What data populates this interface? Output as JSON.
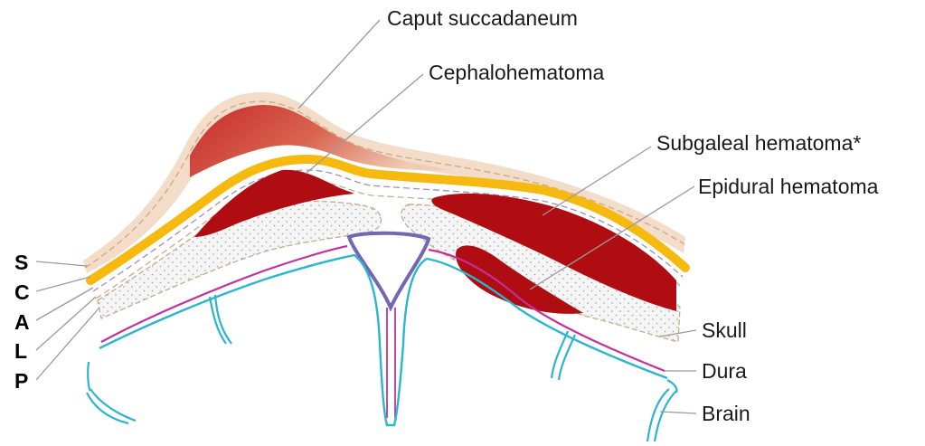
{
  "labels": {
    "caput": "Caput succadaneum",
    "cephalohematoma": "Cephalohematoma",
    "subgaleal": "Subgaleal hematoma*",
    "epidural": "Epidural hematoma",
    "skull": "Skull",
    "dura": "Dura",
    "brain": "Brain"
  },
  "scalp_letters": [
    "S",
    "C",
    "A",
    "L",
    "P"
  ],
  "colors": {
    "skin": "#f3dcc8",
    "aponeurosis": "#f6b90f",
    "hematoma": "#b00d12",
    "dura": "#c2319b",
    "brain": "#2bb5cf",
    "sinus": "#7267b3",
    "skull_fill": "#f4f4f4",
    "dash": "#c9a98a"
  }
}
